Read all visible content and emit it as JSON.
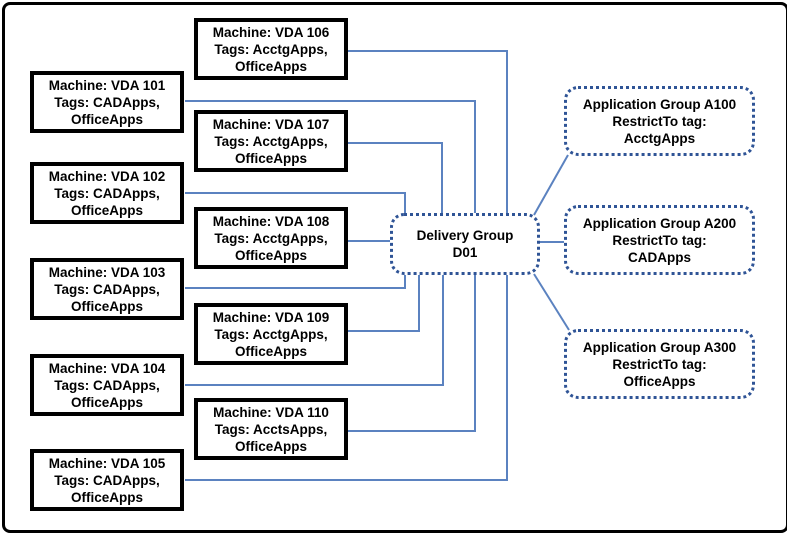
{
  "machines": [
    {
      "label": "Machine: VDA 101",
      "tags_line": "Tags: CADApps,",
      "tags_cont": "OfficeApps"
    },
    {
      "label": "Machine: VDA 102",
      "tags_line": "Tags: CADApps,",
      "tags_cont": "OfficeApps"
    },
    {
      "label": "Machine: VDA 103",
      "tags_line": "Tags: CADApps,",
      "tags_cont": "OfficeApps"
    },
    {
      "label": "Machine: VDA 104",
      "tags_line": "Tags: CADApps,",
      "tags_cont": "OfficeApps"
    },
    {
      "label": "Machine: VDA 105",
      "tags_line": "Tags: CADApps,",
      "tags_cont": "OfficeApps"
    },
    {
      "label": "Machine: VDA 106",
      "tags_line": "Tags: AcctgApps,",
      "tags_cont": "OfficeApps"
    },
    {
      "label": "Machine: VDA 107",
      "tags_line": "Tags: AcctgApps,",
      "tags_cont": "OfficeApps"
    },
    {
      "label": "Machine: VDA 108",
      "tags_line": "Tags: AcctgApps,",
      "tags_cont": "OfficeApps"
    },
    {
      "label": "Machine: VDA 109",
      "tags_line": "Tags: AcctgApps,",
      "tags_cont": "OfficeApps"
    },
    {
      "label": "Machine: VDA 110",
      "tags_line": "Tags: AcctsApps,",
      "tags_cont": "OfficeApps"
    }
  ],
  "delivery_group": {
    "line1": "Delivery Group",
    "line2": "D01"
  },
  "app_groups": [
    {
      "title": "Application Group A100",
      "restrict": "RestrictTo tag:",
      "tag": "AcctgApps"
    },
    {
      "title": "Application Group A200",
      "restrict": "RestrictTo tag:",
      "tag": "CADApps"
    },
    {
      "title": "Application Group A300",
      "restrict": "RestrictTo tag:",
      "tag": "OfficeApps"
    }
  ],
  "edges": [
    {
      "from": "Machine: VDA 101",
      "to": "Delivery Group D01"
    },
    {
      "from": "Machine: VDA 102",
      "to": "Delivery Group D01"
    },
    {
      "from": "Machine: VDA 103",
      "to": "Delivery Group D01"
    },
    {
      "from": "Machine: VDA 104",
      "to": "Delivery Group D01"
    },
    {
      "from": "Machine: VDA 105",
      "to": "Delivery Group D01"
    },
    {
      "from": "Machine: VDA 106",
      "to": "Delivery Group D01"
    },
    {
      "from": "Machine: VDA 107",
      "to": "Delivery Group D01"
    },
    {
      "from": "Machine: VDA 108",
      "to": "Delivery Group D01"
    },
    {
      "from": "Machine: VDA 109",
      "to": "Delivery Group D01"
    },
    {
      "from": "Machine: VDA 110",
      "to": "Delivery Group D01"
    },
    {
      "from": "Delivery Group D01",
      "to": "Application Group A100"
    },
    {
      "from": "Delivery Group D01",
      "to": "Application Group A200"
    },
    {
      "from": "Delivery Group D01",
      "to": "Application Group A300"
    }
  ],
  "colors": {
    "connector_line": "#5B82C0",
    "dotted_border": "#2F5496",
    "solid_border": "#000000",
    "background": "#FFFFFF"
  }
}
